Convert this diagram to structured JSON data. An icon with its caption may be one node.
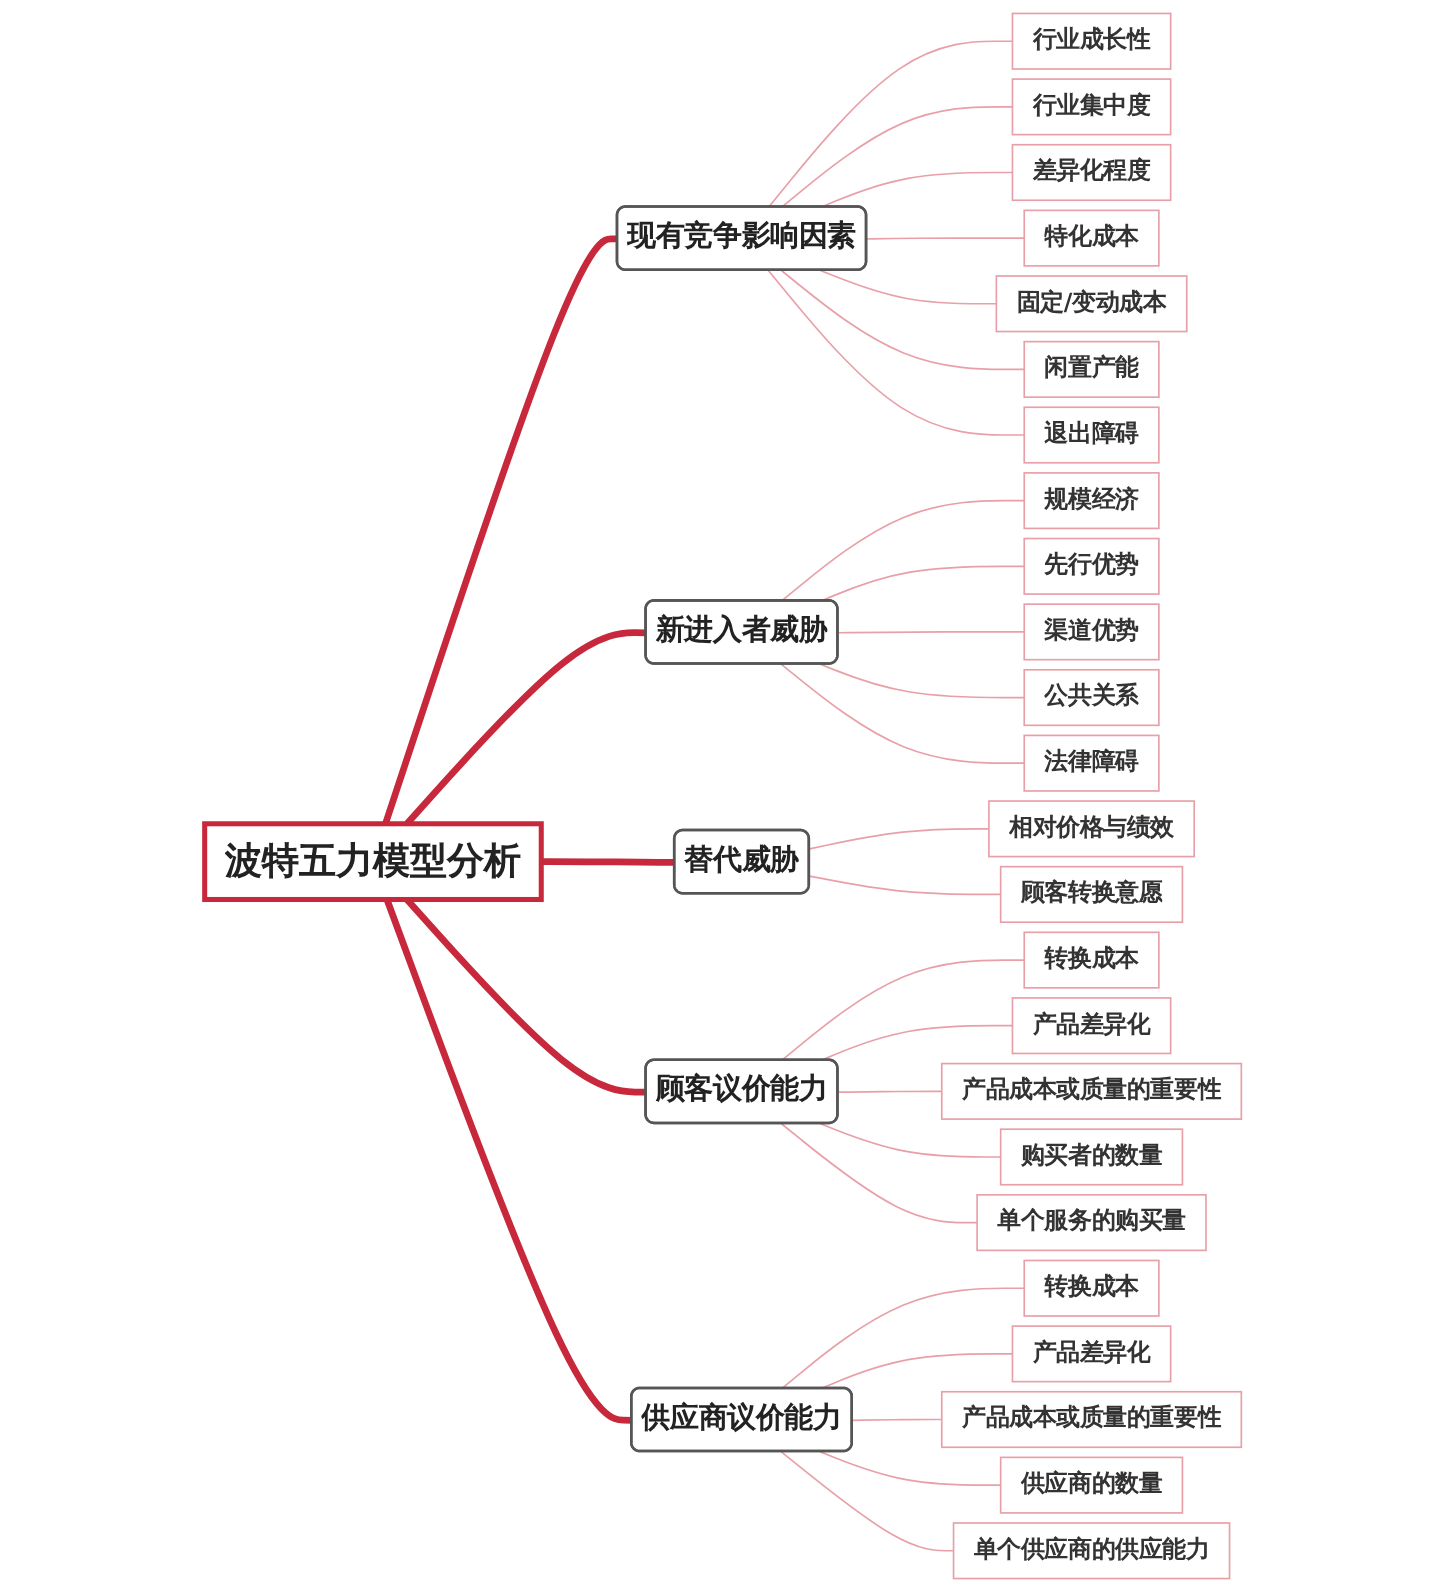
{
  "diagram": {
    "nodes": [
      {
        "text": [
          "波特五力模型分析"
        ]
      },
      {
        "text": [
          "现有竞争影响因素"
        ]
      },
      {
        "text": [
          "行业成长性"
        ]
      },
      {
        "text": [
          "行业集中度"
        ]
      },
      {
        "text": [
          "差异化程度"
        ]
      },
      {
        "text": [
          "特化成本"
        ]
      },
      {
        "text": [
          "固定/变动成本"
        ]
      },
      {
        "text": [
          "闲置产能"
        ]
      },
      {
        "text": [
          "退出障碍"
        ]
      },
      {
        "text": [
          "新进入者威胁"
        ]
      },
      {
        "text": [
          "规模经济"
        ]
      },
      {
        "text": [
          "先行优势"
        ]
      },
      {
        "text": [
          "渠道优势"
        ]
      },
      {
        "text": [
          "公共关系"
        ]
      },
      {
        "text": [
          "法律障碍"
        ]
      },
      {
        "text": [
          "替代威胁"
        ]
      },
      {
        "text": [
          "相对价格与绩效"
        ]
      },
      {
        "text": [
          "顾客转换意愿"
        ]
      },
      {
        "text": [
          "顾客议价能力"
        ]
      },
      {
        "text": [
          "转换成本"
        ]
      },
      {
        "text": [
          "产品差异化"
        ]
      },
      {
        "text": [
          "产品成本或质量的重要性"
        ]
      },
      {
        "text": [
          "购买者的数量"
        ]
      },
      {
        "text": [
          "单个服务的购买量"
        ]
      },
      {
        "text": [
          "供应商议价能力"
        ]
      },
      {
        "text": [
          "转换成本"
        ]
      },
      {
        "text": [
          "产品差异化"
        ]
      },
      {
        "text": [
          "产品成本或质量的重要性"
        ]
      },
      {
        "text": [
          "供应商的数量"
        ]
      },
      {
        "text": [
          "单个供应商的供应能力"
        ]
      }
    ],
    "edges": [
      {
        "from": 0,
        "to": 1,
        "arrow": "none",
        "style": "thick",
        "color": "#c8283c"
      },
      {
        "from": 1,
        "to": 2,
        "arrow": "none"
      },
      {
        "from": 1,
        "to": 3,
        "arrow": "none"
      },
      {
        "from": 1,
        "to": 4,
        "arrow": "none"
      },
      {
        "from": 1,
        "to": 5,
        "arrow": "none"
      },
      {
        "from": 1,
        "to": 6,
        "arrow": "none"
      },
      {
        "from": 1,
        "to": 7,
        "arrow": "none"
      },
      {
        "from": 1,
        "to": 8,
        "arrow": "none"
      },
      {
        "from": 0,
        "to": 9,
        "arrow": "none",
        "style": "thick",
        "color": "#c8283c"
      },
      {
        "from": 9,
        "to": 10,
        "arrow": "none"
      },
      {
        "from": 9,
        "to": 11,
        "arrow": "none"
      },
      {
        "from": 9,
        "to": 12,
        "arrow": "none"
      },
      {
        "from": 9,
        "to": 13,
        "arrow": "none"
      },
      {
        "from": 9,
        "to": 14,
        "arrow": "none"
      },
      {
        "from": 0,
        "to": 15,
        "arrow": "none",
        "style": "thick",
        "color": "#c8283c"
      },
      {
        "from": 15,
        "to": 16,
        "arrow": "none"
      },
      {
        "from": 15,
        "to": 17,
        "arrow": "none"
      },
      {
        "from": 0,
        "to": 18,
        "arrow": "none",
        "style": "thick",
        "color": "#c8283c"
      },
      {
        "from": 18,
        "to": 19,
        "arrow": "none"
      },
      {
        "from": 18,
        "to": 20,
        "arrow": "none"
      },
      {
        "from": 18,
        "to": 21,
        "arrow": "none"
      },
      {
        "from": 18,
        "to": 22,
        "arrow": "none"
      },
      {
        "from": 18,
        "to": 23,
        "arrow": "none"
      },
      {
        "from": 0,
        "to": 24,
        "arrow": "none",
        "style": "thick",
        "color": "#c8283c"
      },
      {
        "from": 24,
        "to": 25,
        "arrow": "none"
      },
      {
        "from": 24,
        "to": 26,
        "arrow": "none"
      },
      {
        "from": 24,
        "to": 27,
        "arrow": "none"
      },
      {
        "from": 24,
        "to": 28,
        "arrow": "none"
      },
      {
        "from": 24,
        "to": 29,
        "arrow": "none"
      }
    ]
  }
}
